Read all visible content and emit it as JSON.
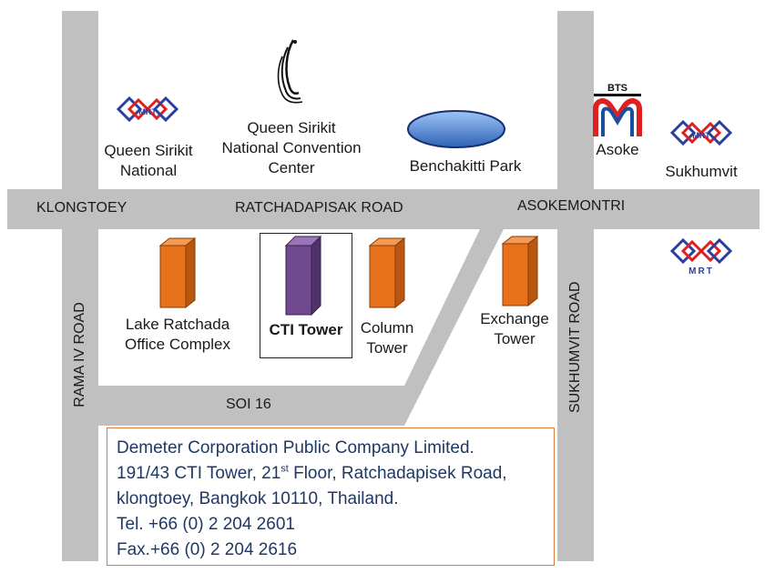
{
  "roads": {
    "ratchadapisak": "RATCHADAPISAK ROAD",
    "klongtoey": "KLONGTOEY",
    "asokemontri": "ASOKEMONTRI",
    "rama_iv": "RAMA IV ROAD",
    "sukhumvit": "SUKHUMVIT ROAD",
    "soi16": "SOI 16"
  },
  "stations": {
    "mrt_brand": "MRT",
    "bts_brand": "BTS",
    "queen_sirikit_line1": "Queen Sirikit",
    "queen_sirikit_line2": "National",
    "asoke": "Asoke",
    "sukhumvit": "Sukhumvit"
  },
  "landmarks": {
    "convention_line1": "Queen Sirikit",
    "convention_line2": "National Convention",
    "convention_line3": "Center",
    "park": "Benchakitti Park"
  },
  "buildings": {
    "lake_line1": "Lake Ratchada",
    "lake_line2": "Office Complex",
    "cti": "CTI Tower",
    "column_line1": "Column",
    "column_line2": "Tower",
    "exchange_line1": "Exchange",
    "exchange_line2": "Tower"
  },
  "address": {
    "line1": "Demeter Corporation Public Company Limited.",
    "line2_a": "191/43 CTI Tower, 21",
    "line2_sup": "st",
    "line2_b": " Floor, Ratchadapisek Road,",
    "line3": "klongtoey, Bangkok 10110, Thailand.",
    "line4": "Tel. +66 (0) 2 204 2601",
    "line5": "Fax.+66 (0) 2 204 2616"
  },
  "colors": {
    "road": "#c0c0c0",
    "building": "#e8721c",
    "cti_building": "#6f4a8e",
    "park": "#4a86d8",
    "address_text": "#1f3864",
    "address_border": "#e07a3a",
    "mrt_blue": "#2a3f9e",
    "mrt_red": "#e02020",
    "bts_red": "#e02020",
    "bts_blue": "#1a4fa0"
  }
}
